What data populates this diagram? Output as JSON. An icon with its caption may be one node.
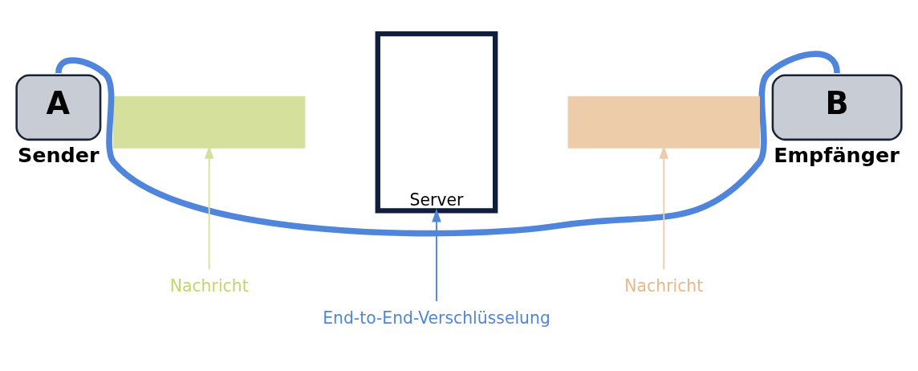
{
  "diagram": {
    "nodes": [
      {
        "text": [
          "A"
        ],
        "beside": [
          "Sender"
        ]
      },
      {
        "text": [],
        "shape": "bar"
      },
      {
        "text": [
          "Server"
        ]
      },
      {
        "text": [],
        "shape": "bar"
      },
      {
        "text": [
          "B"
        ],
        "beside": [
          "Empfänger"
        ]
      },
      {
        "text": [
          "Nachricht"
        ]
      },
      {
        "text": [
          "Nachricht"
        ]
      },
      {
        "text": [
          "End-to-End-Verschlüsselung"
        ]
      }
    ],
    "edges": [
      {
        "from": 0,
        "to": 4,
        "arrow": "none",
        "style": "thick",
        "color": "#4f86db"
      },
      {
        "from": 5,
        "to": 1,
        "arrow": "to",
        "color": "#d4e09b"
      },
      {
        "from": 6,
        "to": 3,
        "arrow": "to",
        "color": "#edccaa"
      },
      {
        "from": 7,
        "to": 2,
        "arrow": "to",
        "color": "#4f86db"
      }
    ]
  }
}
